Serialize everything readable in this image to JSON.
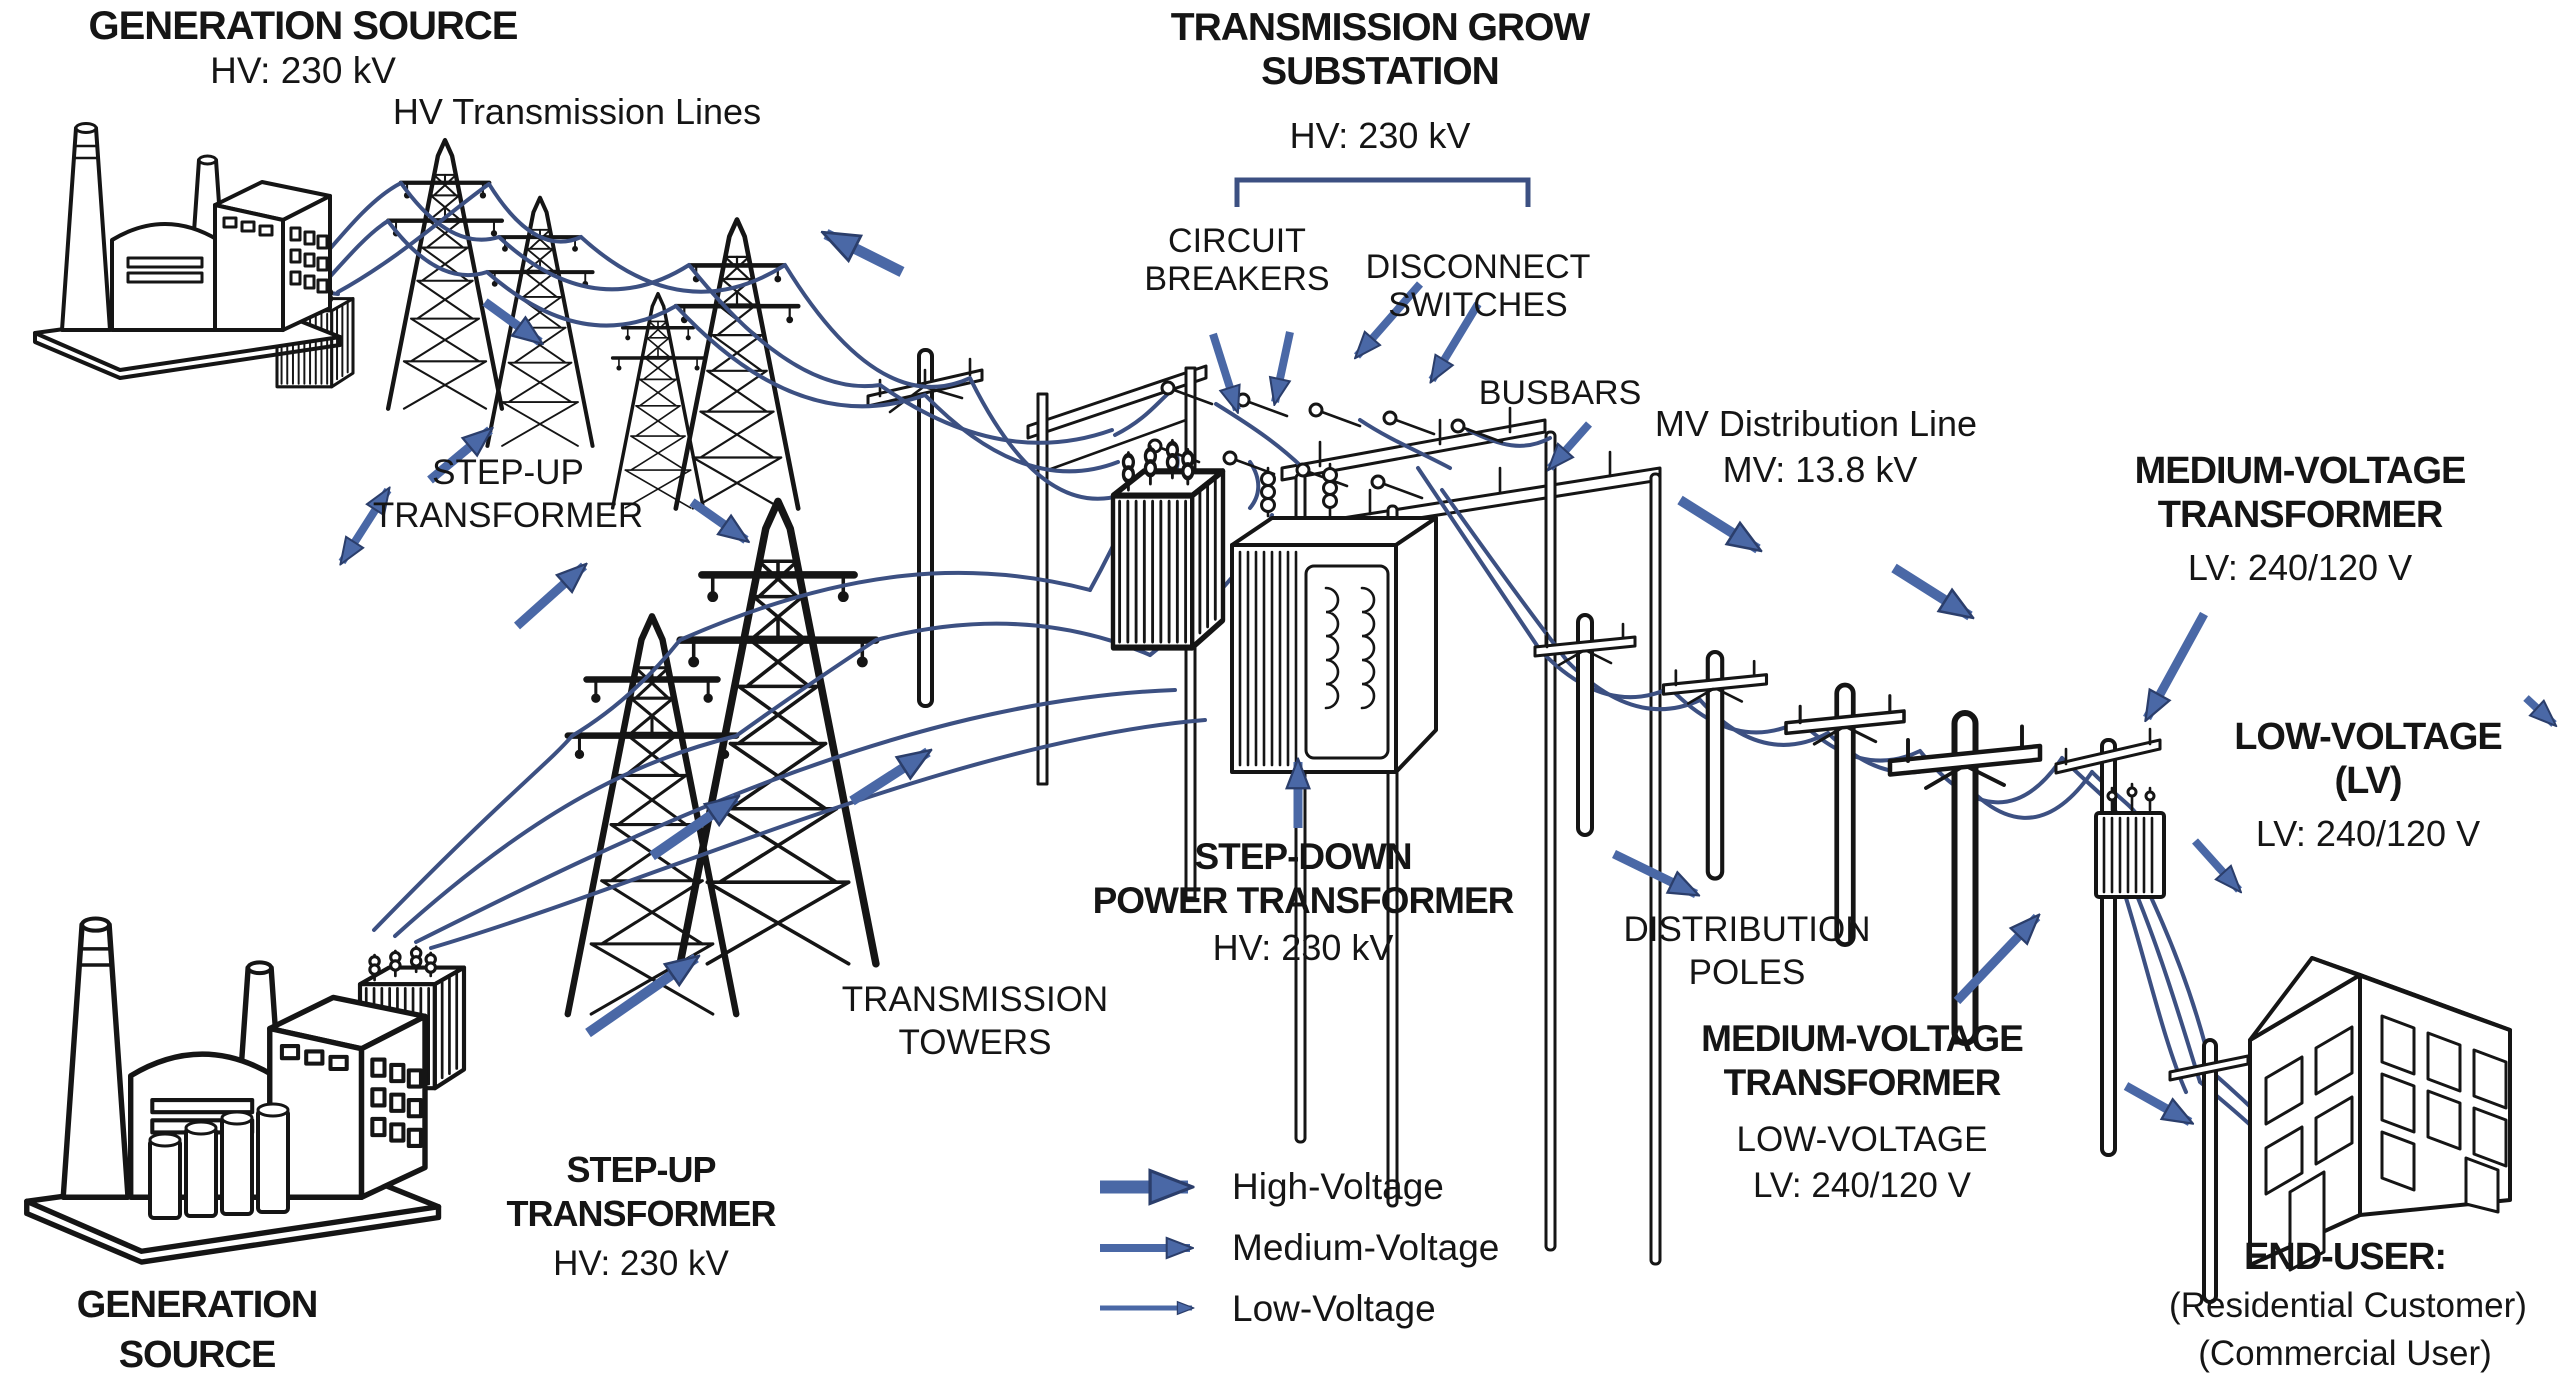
{
  "colors": {
    "ink": "#151515",
    "wire_blue": "#3c5082",
    "arrow_fill": "#4a68a6",
    "arrow_outline": "#2b3e6b",
    "background": "#ffffff"
  },
  "stages": {
    "generation_top": {
      "title": "GENERATION SOURCE",
      "voltage": "HV: 230 kV"
    },
    "step_up_top": {
      "l1": "STEP-UP",
      "l2": "TRANSFORMER"
    },
    "hv_lines": {
      "label": "HV Transmission Lines"
    },
    "substation": {
      "l1": "TRANSMISSION GROW",
      "l2": "SUBSTATION",
      "voltage": "HV: 230 kV"
    },
    "circuit_breakers": {
      "l1": "CIRCUIT",
      "l2": "BREAKERS"
    },
    "disconnect_switches": {
      "l1": "DISCONNECT",
      "l2": "SWITCHES"
    },
    "busbars": {
      "label": "BUSBARS"
    },
    "mv_line": {
      "l1": "MV Distribution Line",
      "l2": "MV: 13.8 kV"
    },
    "mv_transformer_right": {
      "l1": "MEDIUM-VOLTAGE",
      "l2": "TRANSFORMER",
      "voltage": "LV: 240/120 V"
    },
    "low_voltage": {
      "l1": "LOW-VOLTAGE",
      "l2": "(LV)",
      "voltage": "LV: 240/120 V"
    },
    "step_down": {
      "l1": "STEP-DOWN",
      "l2": "POWER TRANSFORMER",
      "voltage": "HV: 230 kV"
    },
    "transmission_towers": {
      "l1": "TRANSMISSION",
      "l2": "TOWERS"
    },
    "distribution_poles": {
      "l1": "DISTRIBUTION",
      "l2": "POLES"
    },
    "mv_transformer_mid": {
      "l1": "MEDIUM-VOLTAGE",
      "l2": "TRANSFORMER",
      "l3": "LOW-VOLTAGE",
      "voltage": "LV: 240/120 V"
    },
    "step_up_bottom": {
      "l1": "STEP-UP",
      "l2": "TRANSFORMER",
      "voltage": "HV: 230 kV"
    },
    "generation_bottom": {
      "l1": "GENERATION",
      "l2": "SOURCE"
    },
    "end_user": {
      "title": "END-USER:",
      "l2": "(Residential Customer)",
      "l3": "(Commercial User)"
    }
  },
  "legend": {
    "high": "High-Voltage",
    "medium": "Medium-Voltage",
    "low": "Low-Voltage"
  }
}
